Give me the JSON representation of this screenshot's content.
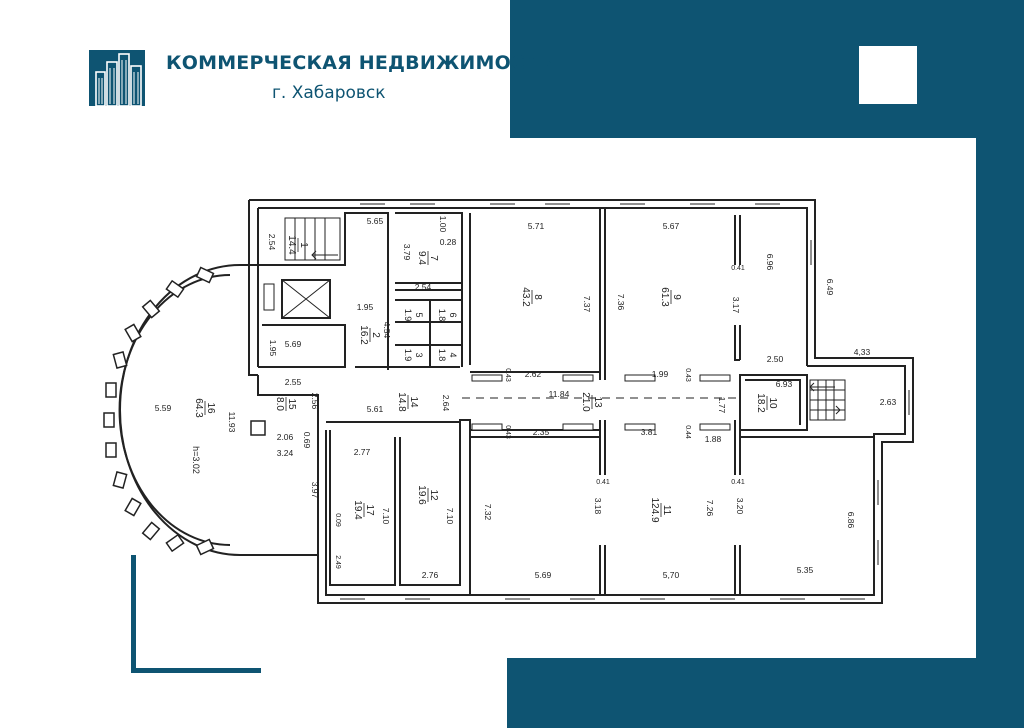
{
  "header": {
    "title": "КОММЕРЧЕСКАЯ НЕДВИЖИМОСТЬ",
    "city": "г. Хабаровск"
  },
  "colors": {
    "brand": "#0e5472",
    "background": "#ffffff",
    "plan_lines": "#222222"
  },
  "rooms": [
    {
      "number": "1",
      "area": "14.4"
    },
    {
      "number": "2",
      "area": "16.2"
    },
    {
      "number": "3",
      "area": "1.9"
    },
    {
      "number": "4",
      "area": "1.8"
    },
    {
      "number": "5",
      "area": "1.9"
    },
    {
      "number": "6",
      "area": "1.8"
    },
    {
      "number": "7",
      "area": "9.4"
    },
    {
      "number": "8",
      "area": "43.2"
    },
    {
      "number": "9",
      "area": "61.3"
    },
    {
      "number": "10",
      "area": "18.2"
    },
    {
      "number": "11",
      "area": "124.9"
    },
    {
      "number": "12",
      "area": "19.6"
    },
    {
      "number": "13",
      "area": "21.0"
    },
    {
      "number": "14",
      "area": "14.8"
    },
    {
      "number": "15",
      "area": "8.0"
    },
    {
      "number": "16",
      "area": "64.3"
    },
    {
      "number": "17",
      "area": "19.4"
    }
  ],
  "ceiling_height": "h=3.02",
  "dimensions": {
    "d1": "5.65",
    "d2": "2.54",
    "d3": "1.00",
    "d4": "0.28",
    "d5": "3.79",
    "d6": "2.54",
    "d7": "5.71",
    "d8": "5.67",
    "d9": "7.37",
    "d10": "7.36",
    "d11": "0.41",
    "d12": "6.96",
    "d13": "3.17",
    "d14": "6.49",
    "d15": "2.50",
    "d16": "4,33",
    "d17": "1.95",
    "d18": "4.54",
    "d19": "5.69",
    "d20": "1.95",
    "d21": "2.55",
    "d22": "2.56",
    "d23": "5.61",
    "d24": "2.64",
    "d25": "0.43",
    "d26": "2.62",
    "d27": "1.99",
    "d28": "0.43",
    "d29": "11.84",
    "d30": "6.93",
    "d31": "1.77",
    "d32": "2.63",
    "d33": "5.59",
    "d34": "11.93",
    "d35": "2.06",
    "d36": "0.69",
    "d37": "3.24",
    "d38": "0.43",
    "d39": "2.35",
    "d40": "3.81",
    "d41": "0.44",
    "d42": "1.88",
    "d43": "2.77",
    "d44": "0.41",
    "d45": "0.41",
    "d46": "3.97",
    "d47": "7.32",
    "d48": "3.18",
    "d49": "7.26",
    "d50": "3.20",
    "d51": "6.86",
    "d52": "0.09",
    "d53": "7.10",
    "d54": "7.10",
    "d55": "2.49",
    "d56": "2.76",
    "d57": "5.69",
    "d58": "5,70",
    "d59": "5.35"
  }
}
